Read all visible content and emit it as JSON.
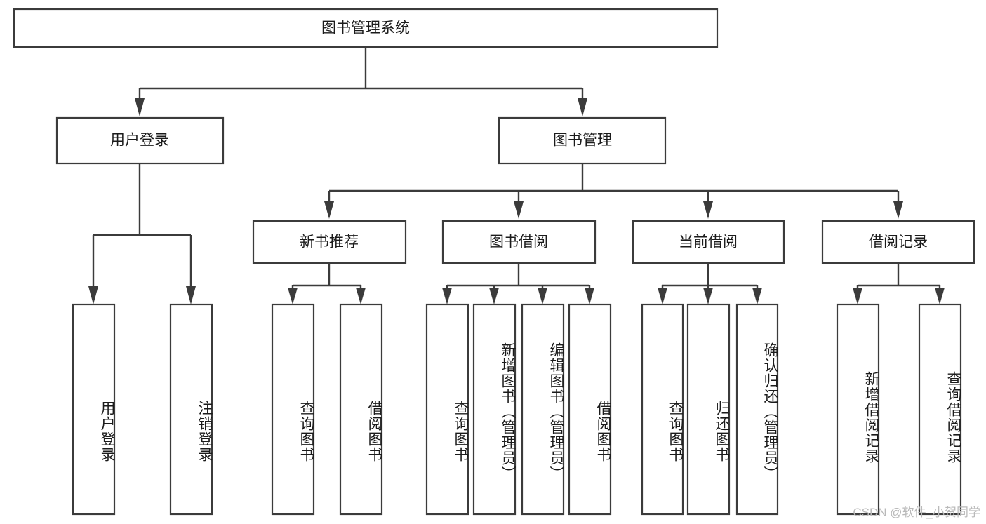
{
  "diagram": {
    "title": "图书管理系统",
    "type": "tree-hierarchy",
    "watermark": "CSDN @软件_小贺同学",
    "colors": {
      "box_stroke": "#3b3b3b",
      "box_fill": "#ffffff",
      "text": "#1b1b1b",
      "watermark": "#b9b9b9",
      "background": "#ffffff"
    },
    "root": {
      "label": "图书管理系统"
    },
    "level2": [
      {
        "label": "用户登录"
      },
      {
        "label": "图书管理"
      }
    ],
    "level3": [
      {
        "label": "新书推荐"
      },
      {
        "label": "图书借阅"
      },
      {
        "label": "当前借阅"
      },
      {
        "label": "借阅记录"
      }
    ],
    "leaves": {
      "user_login": [
        {
          "label": "用户登录"
        },
        {
          "label": "注销登录"
        }
      ],
      "new_book_recommend": [
        {
          "label": "查询图书"
        },
        {
          "label": "借阅图书"
        }
      ],
      "book_borrow": [
        {
          "label": "查询图书"
        },
        {
          "label": "新增图书（管理员）"
        },
        {
          "label": "编辑图书（管理员）"
        },
        {
          "label": "借阅图书"
        }
      ],
      "current_borrow": [
        {
          "label": "查询图书"
        },
        {
          "label": "归还图书"
        },
        {
          "label": "确认归还（管理员）"
        }
      ],
      "borrow_record": [
        {
          "label": "新增借阅记录"
        },
        {
          "label": "查询借阅记录"
        }
      ]
    }
  }
}
